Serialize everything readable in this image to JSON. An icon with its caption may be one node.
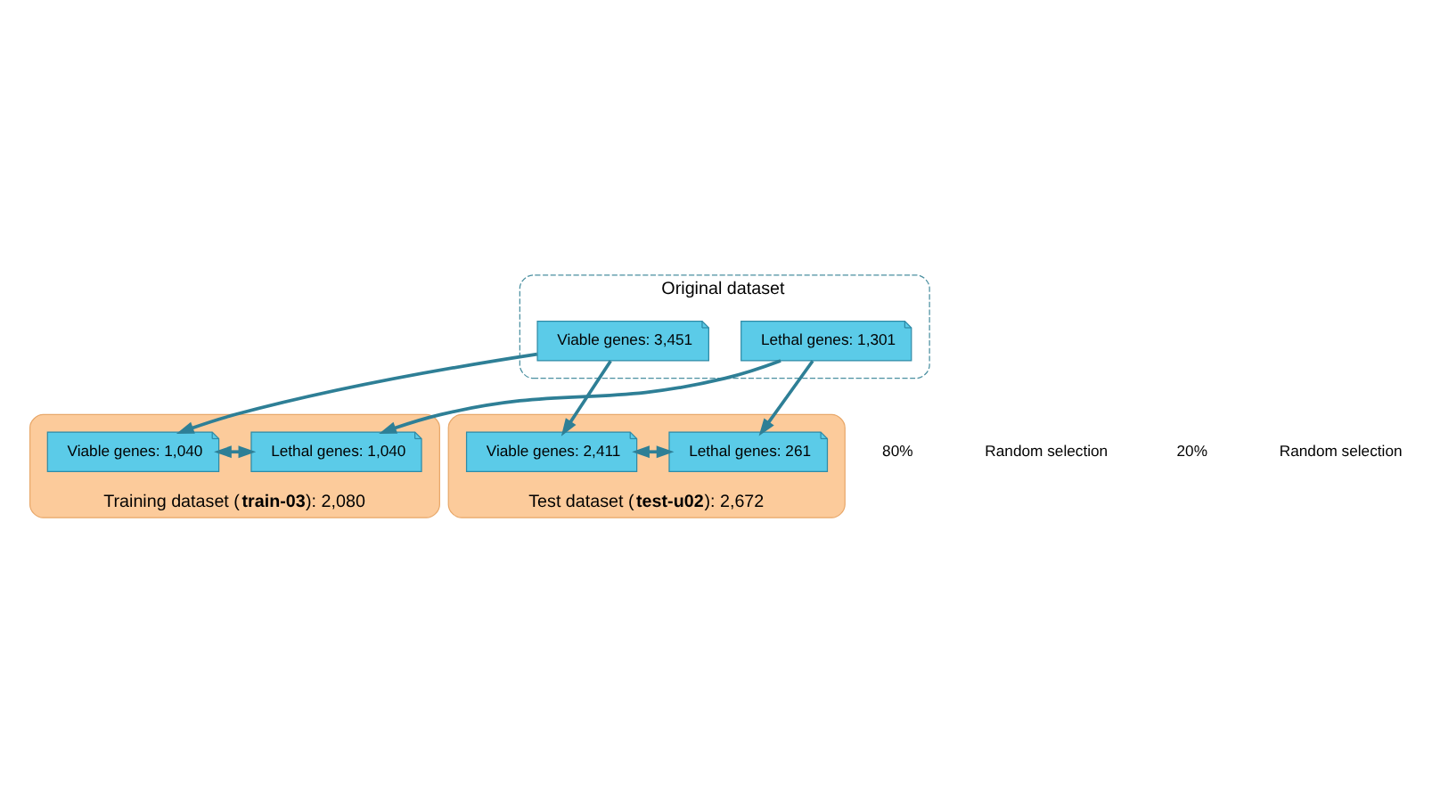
{
  "diagram": {
    "nodes": [
      {
        "text": [
          "Original dataset"
        ]
      },
      {
        "text": [
          "Lethal genes: 1,301"
        ],
        "in": 0
      },
      {
        "text": [
          "Viable genes: 3,451"
        ],
        "in": 0
      },
      {
        "text": [
          "Training dataset (**train-03**): 2,080"
        ]
      },
      {
        "text": [
          "Lethal genes: 1,040"
        ],
        "in": 3
      },
      {
        "text": [
          "Viable genes: 1,040"
        ],
        "in": 3
      },
      {
        "text": [
          "Test dataset (**test-u02**): 2,672"
        ]
      },
      {
        "text": [
          "Lethal genes: 261"
        ],
        "in": 6
      },
      {
        "text": [
          "Viable genes: 2,411"
        ],
        "in": 6
      }
    ],
    "edges": [
      {
        "from": 1,
        "to": 4,
        "arrow": "to"
      },
      {
        "from": 1,
        "to": 7,
        "arrow": "to"
      },
      {
        "from": 2,
        "to": 5,
        "arrow": "to"
      },
      {
        "from": 2,
        "to": 8,
        "arrow": "to"
      },
      {
        "from": 4,
        "to": 5,
        "arrow": "both"
      },
      {
        "from": 7,
        "to": 8,
        "arrow": "both"
      }
    ],
    "labels": [
      "Random selection",
      "Random selection",
      "80%",
      "20%"
    ]
  }
}
